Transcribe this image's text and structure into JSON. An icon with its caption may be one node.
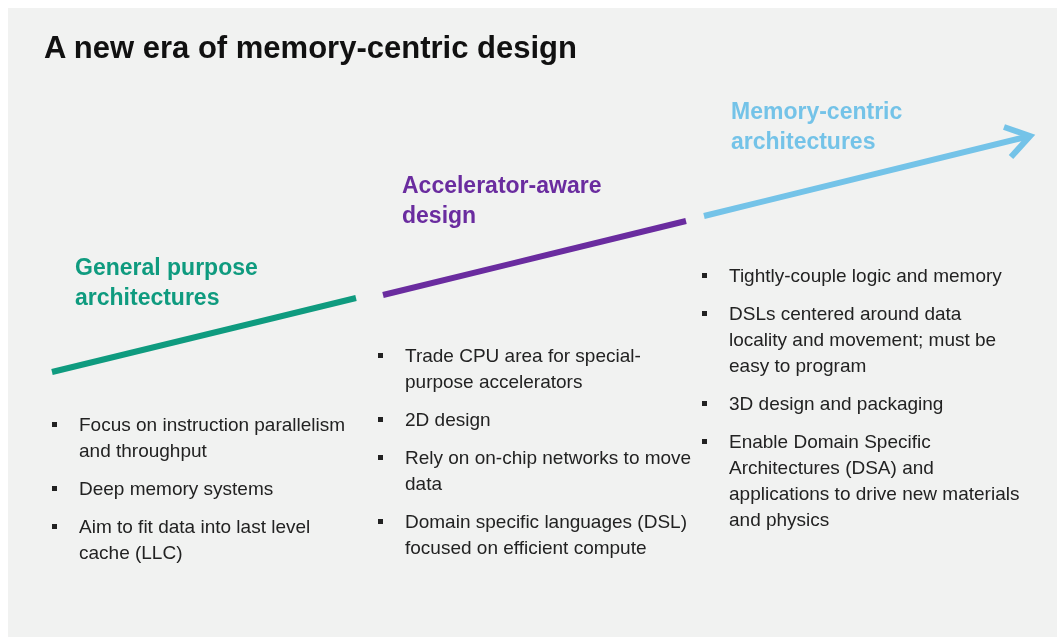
{
  "diagram": {
    "title": "A new era of memory-centric design",
    "labels": [
      "General purpose architectures",
      "Focus on instruction parallelism and throughput",
      "Deep memory systems",
      "Aim to fit data into last level cache (LLC)",
      "Accelerator-aware design",
      "Trade CPU area for special-purpose accelerators",
      "2D design",
      "Rely on on-chip networks to move data",
      "Domain specific languages (DSL) focused on efficient compute",
      "Memory-centric architectures",
      "Tightly-couple logic and memory",
      "DSLs centered around data locality and movement; must be easy to program",
      "3D design and packaging",
      "Enable Domain Specific Architectures (DSA) and applications to drive new materials and physics"
    ]
  }
}
